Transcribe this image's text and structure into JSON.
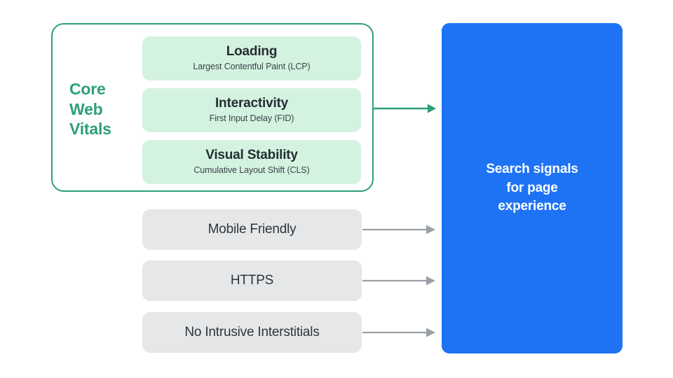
{
  "diagram": {
    "title": "Search signals for page experience",
    "colors": {
      "core_web_vitals_green": "#2E9E78",
      "vital_card_fill": "#D4F2E0",
      "gray_box_fill": "#E6E7E8",
      "blue_panel_fill": "#1E73F5",
      "arrow_gray": "#9AA0A6",
      "text_dark": "#242d33"
    }
  },
  "core_web_vitals": {
    "label_lines": [
      "Core",
      "Web",
      "Vitals"
    ],
    "label_line_1": "Core",
    "label_line_2": "Web",
    "label_line_3": "Vitals",
    "cards": [
      {
        "title": "Loading",
        "subtitle": "Largest Contentful Paint (LCP)"
      },
      {
        "title": "Interactivity",
        "subtitle": "First Input Delay (FID)"
      },
      {
        "title": "Visual Stability",
        "subtitle": "Cumulative Layout Shift (CLS)"
      }
    ]
  },
  "other_signals": [
    {
      "label": "Mobile Friendly"
    },
    {
      "label": "HTTPS"
    },
    {
      "label": "No Intrusive Interstitials"
    }
  ],
  "destination": {
    "text": "Search signals for page experience",
    "line_1": "Search signals",
    "line_2": "for page",
    "line_3": "experience"
  }
}
